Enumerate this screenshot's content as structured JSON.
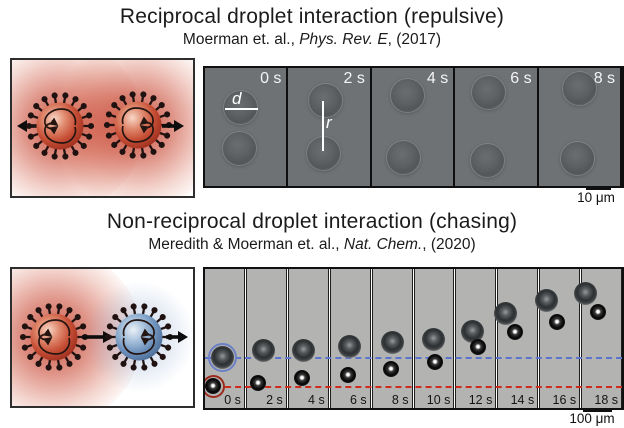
{
  "sections": [
    {
      "title": "Reciprocal droplet interaction (repulsive)",
      "citation": {
        "authors": "Moerman et. al., ",
        "journal": "Phys. Rev. E",
        "year": ", (2017)"
      },
      "strip": {
        "frame_labels": [
          "0 s",
          "2 s",
          "4 s",
          "6 s",
          "8 s"
        ],
        "times_s": [
          0,
          2,
          4,
          6,
          8
        ],
        "diameter_symbol": "d",
        "separation_symbol": "r",
        "scale_bar": "10 μm"
      }
    },
    {
      "title": "Non-reciprocal droplet interaction (chasing)",
      "citation": {
        "authors": "Meredith & Moerman et. al., ",
        "journal": "Nat. Chem.",
        "year": ", (2020)"
      },
      "strip": {
        "frame_labels": [
          "0 s",
          "2 s",
          "4 s",
          "6 s",
          "8 s",
          "10 s",
          "12 s",
          "14 s",
          "16 s",
          "18 s"
        ],
        "times_s": [
          0,
          2,
          4,
          6,
          8,
          10,
          12,
          14,
          16,
          18
        ],
        "scale_bar": "100 μm"
      }
    }
  ],
  "colors": {
    "active_droplet_red": "#c24b33",
    "chased_droplet_blue": "#7b9cc6",
    "red_glow": "#c43c26",
    "chased_track_blue": "#5a74cf",
    "chaser_track_red": "#ce2a1e",
    "micrograph_bg_top": "#6f7275",
    "micrograph_bg_bottom": "#b3b4b2"
  }
}
